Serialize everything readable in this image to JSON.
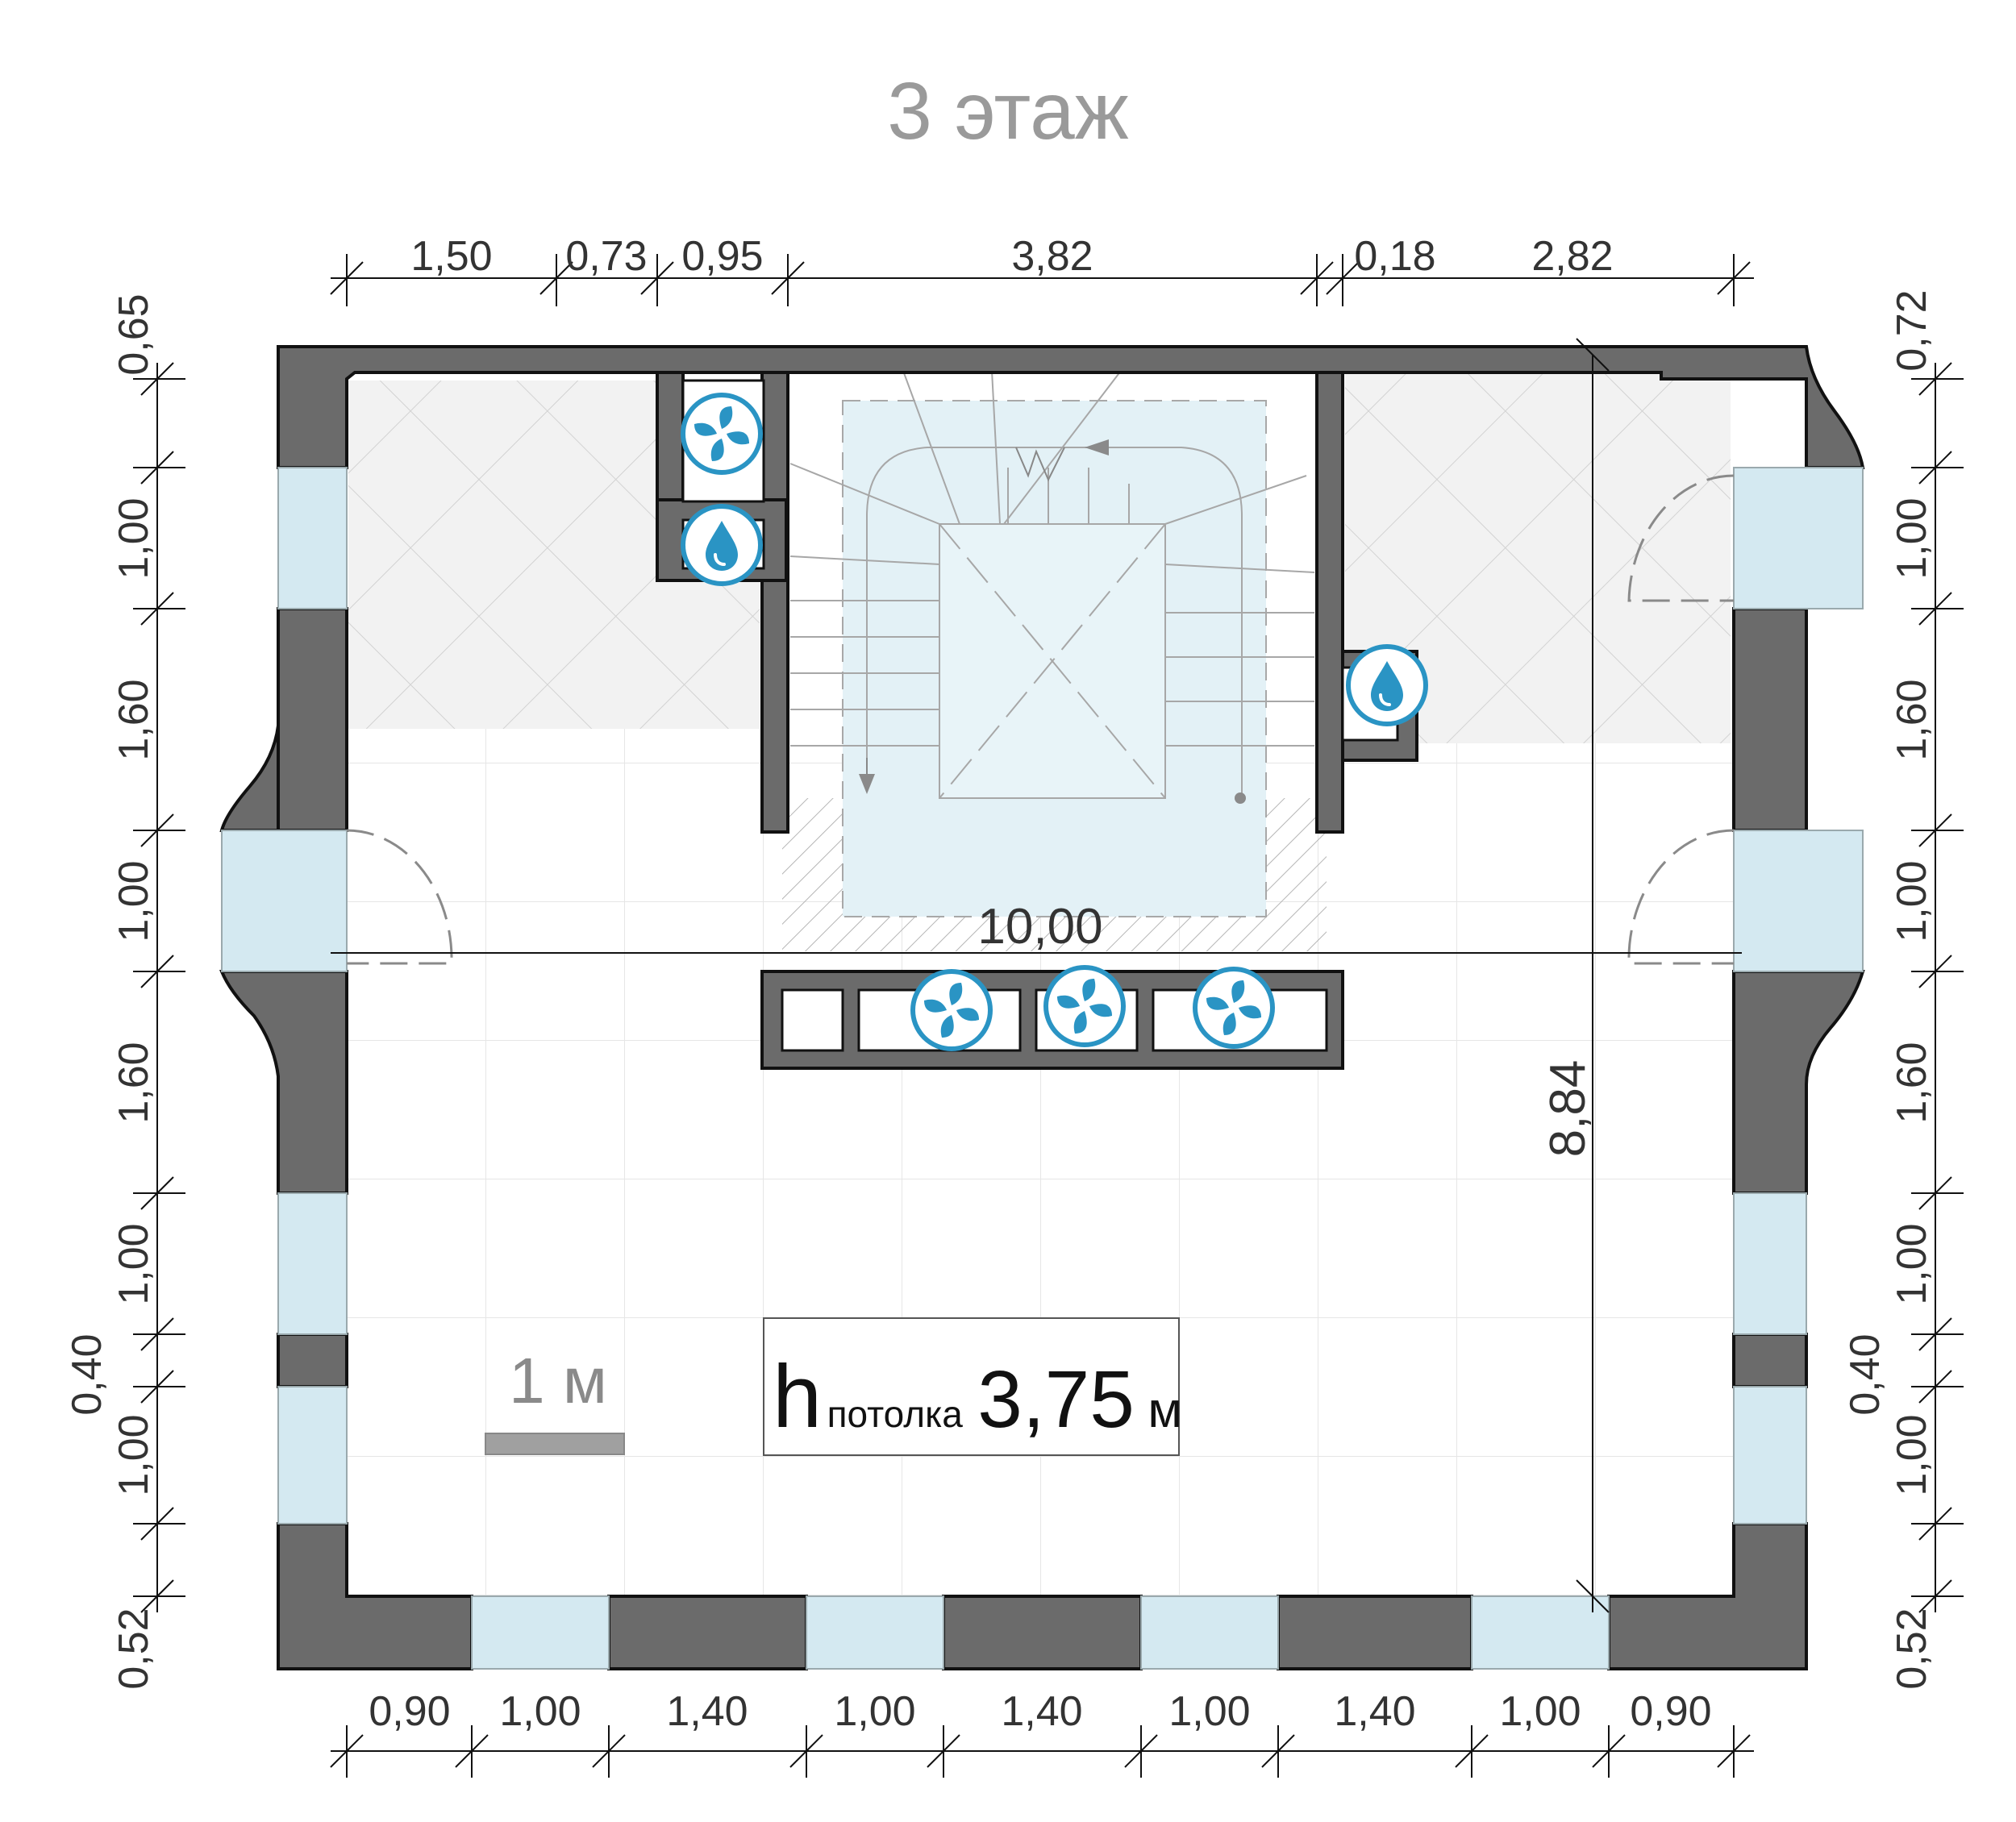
{
  "title": "3 этаж",
  "dims_top": [
    "1,50",
    "0,73",
    "0,95",
    "3,82",
    "0,18",
    "2,82"
  ],
  "dims_bottom": [
    "0,90",
    "1,00",
    "1,40",
    "1,00",
    "1,40",
    "1,00",
    "1,40",
    "1,00",
    "0,90"
  ],
  "dims_left": [
    "0,65",
    "1,00",
    "1,60",
    "1,00",
    "1,60",
    "1,00",
    "0,40",
    "1,00",
    "0,52"
  ],
  "dims_right": [
    "0,72",
    "1,00",
    "1,60",
    "1,00",
    "1,60",
    "1,00",
    "0,40",
    "1,00",
    "0,52"
  ],
  "overall_width": "10,00",
  "overall_depth": "8,84",
  "scale_label": "1 м",
  "ceiling": {
    "h": "h",
    "sub": "потолка",
    "value": "3,75",
    "unit": "м"
  },
  "icons": {
    "fan": "fan-icon",
    "drop": "water-drop-icon"
  },
  "colors": {
    "wall": "#6b6b6b",
    "window": "#d4e9f1",
    "icon": "#2a94c4",
    "title": "#9a9a9a"
  }
}
